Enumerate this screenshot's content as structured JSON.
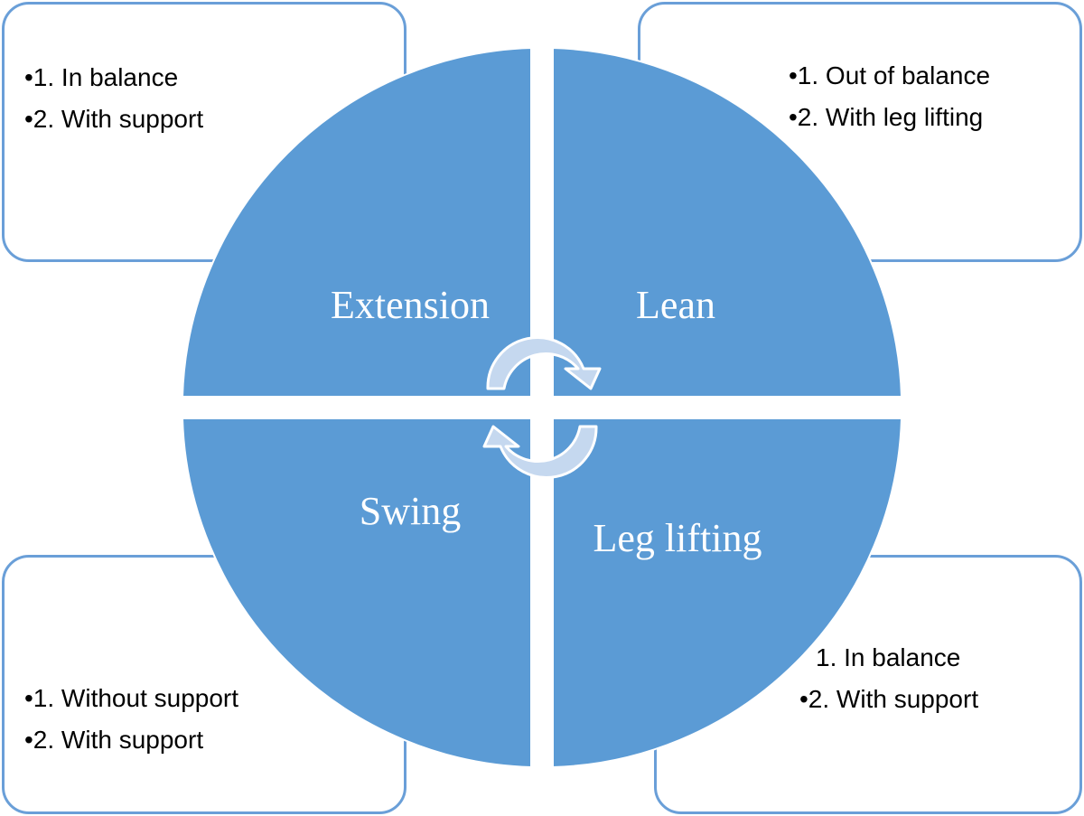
{
  "boxes": {
    "top_left": {
      "items": [
        "•1. In balance",
        "•2. With support"
      ]
    },
    "top_right": {
      "items": [
        "•1. Out of balance",
        "•2. With leg lifting"
      ]
    },
    "bottom_left": {
      "items": [
        "•1. Without support",
        "•2. With support"
      ]
    },
    "bottom_right": {
      "items": [
        "1. In balance",
        "•2. With support"
      ]
    }
  },
  "quadrants": {
    "top_left": "Extension",
    "top_right": "Lean",
    "bottom_left": "Swing",
    "bottom_right": "Leg lifting"
  },
  "colors": {
    "quadrant_fill": "#5b9bd5",
    "box_border": "#6a9fd8",
    "arrow_fill": "#c5d8ef"
  }
}
